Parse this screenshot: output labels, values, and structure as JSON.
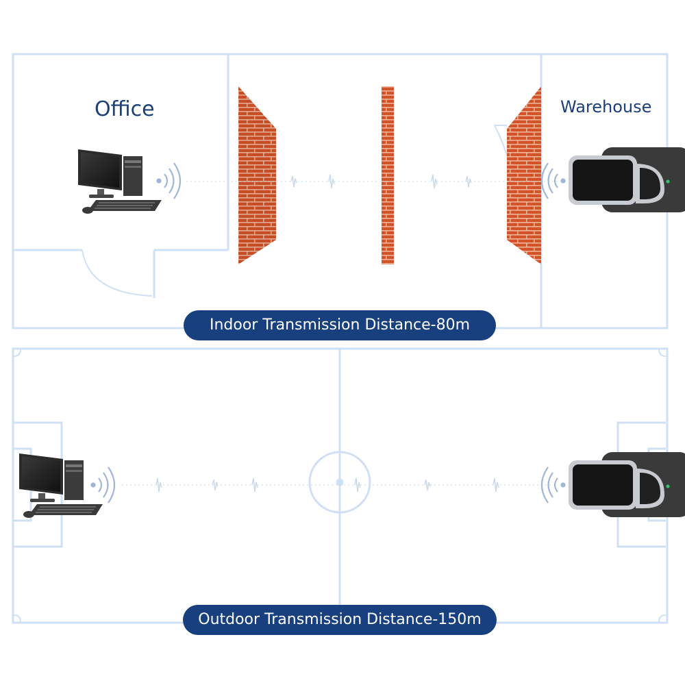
{
  "labels": {
    "office": "Office",
    "warehouse": "Warehouse"
  },
  "captions": {
    "indoor": "Indoor Transmission Distance-80m",
    "outdoor": "Outdoor Transmission Distance-150m"
  },
  "colors": {
    "floorplan_line": "#cfe0f5",
    "caption_bg": "#183f7e",
    "label_text": "#1c3f7a",
    "brick": "#d4522a",
    "mortar": "#f1b69a",
    "device_body": "#3a3a3a",
    "status_led": "#2ecc71"
  },
  "icons": {
    "sender": "desktop-computer-icon",
    "receiver": "wireless-receiver-icon",
    "signal": "wifi-waves-icon",
    "obstacle": "brick-wall-icon"
  }
}
